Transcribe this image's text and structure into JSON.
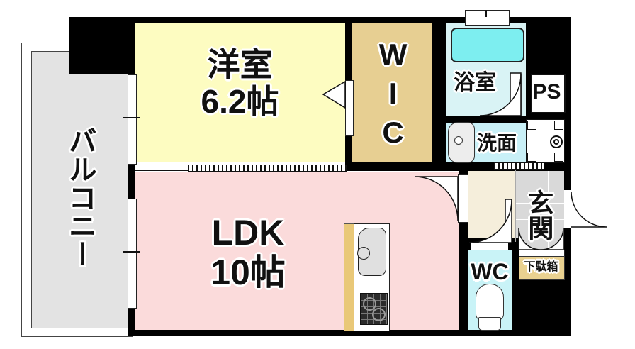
{
  "floorplan": {
    "rooms": {
      "balcony": {
        "label": "バルコニー"
      },
      "bedroom": {
        "label": "洋室",
        "size": "6.2帖"
      },
      "wic": {
        "label": "WIC"
      },
      "bathroom": {
        "label": "浴室"
      },
      "pipe_space": {
        "label": "PS"
      },
      "washroom": {
        "label": "洗面"
      },
      "ldk": {
        "label": "LDK",
        "size": "10帖"
      },
      "entrance": {
        "label": "玄関"
      },
      "toilet": {
        "label": "WC"
      },
      "shoe_cabinet": {
        "label": "下駄箱"
      }
    },
    "colors": {
      "wall": "#000000",
      "bedroom_fill": "#fdfcc1",
      "wic_fill": "#e7cf92",
      "ldk_fill": "#fbdbdb",
      "bathroom_fill": "#d9f3f5",
      "bathtub_fill": "#7deef0",
      "washroom_fill": "#c9f0f7",
      "wc_fill": "#c9f3f7",
      "hallway_fill": "#f5eedb",
      "entrance_fill": "#d9d9d9",
      "balcony_fill": "#e3e3e3",
      "shoe_cabinet_fill": "#e9d190",
      "kitchen_counter_fill": "#e9c878"
    },
    "icons": {
      "bathtub": "rounded-rect",
      "washbasin": "rounded-rect-with-drain",
      "washing-machine-pan": "square-with-corner-pads-and-drain",
      "kitchen-sink": "rounded-rect-with-faucet",
      "gas-stove": "dark-grid-with-burners",
      "toilet": "bowl-and-base",
      "door-swing": "quarter-arc",
      "window": "double-line-gap"
    }
  }
}
